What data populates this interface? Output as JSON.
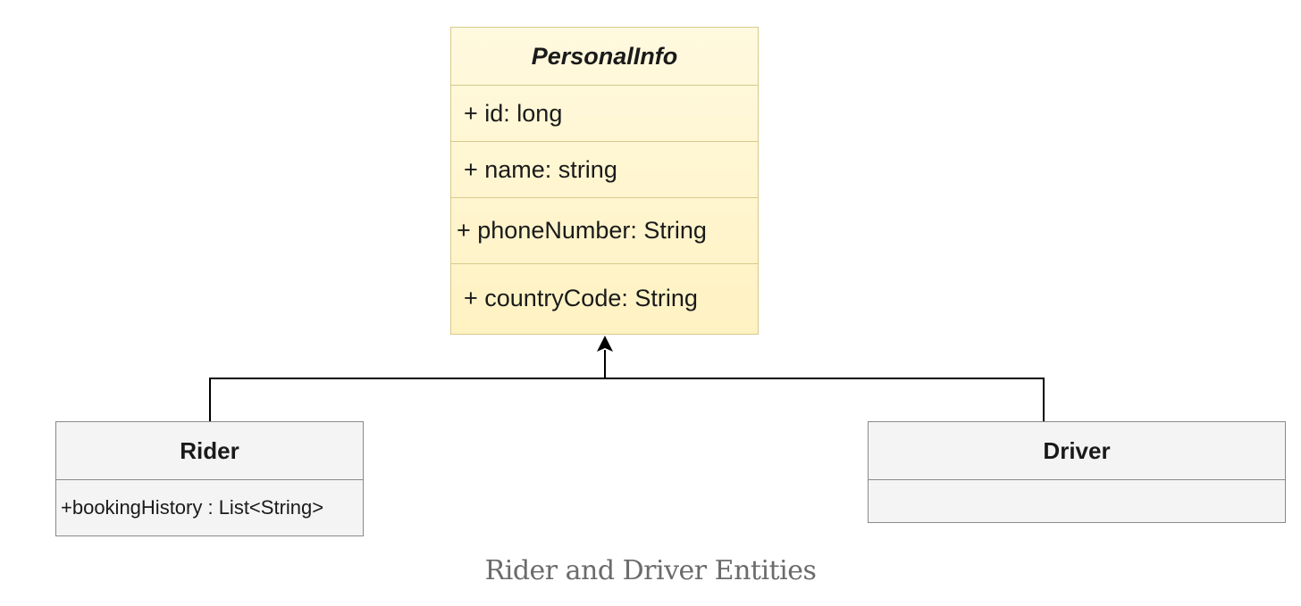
{
  "diagram": {
    "parent_class": {
      "name": "PersonalInfo",
      "attributes": [
        "+ id: long",
        "+ name: string",
        "+ phoneNumber: String",
        "+ countryCode: String"
      ]
    },
    "child_classes": [
      {
        "name": "Rider",
        "attributes": [
          "+bookingHistory : List<String>"
        ]
      },
      {
        "name": "Driver",
        "attributes": []
      }
    ],
    "relationship": "generalization",
    "colors": {
      "parent_fill": "#fff5cc",
      "parent_border": "#d8c98a",
      "child_fill": "#f4f4f4",
      "child_border": "#8a8a8a",
      "connector": "#000000"
    }
  },
  "caption": "Rider and Driver Entities"
}
